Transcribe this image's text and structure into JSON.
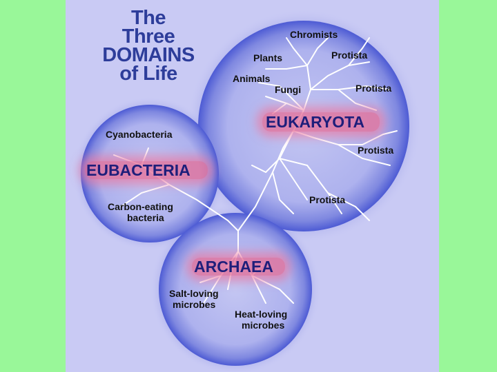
{
  "colors": {
    "left_margin": "#99f799",
    "right_margin": "#99f799",
    "panel": "#c9caf4",
    "circle_fill": "#b3b6ef",
    "circle_edge": "#4d5bd4",
    "title": "#2d3d9a",
    "domain_text": "#1e1e7a",
    "glow": "#e8779c",
    "branches": "#ffffff"
  },
  "title": {
    "line1": "The",
    "line2": "Three",
    "line3": "DOMAINS",
    "line4": "of Life"
  },
  "domains": {
    "eukaryota": "EUKARYOTA",
    "eubacteria": "EUBACTERIA",
    "archaea": "ARCHAEA"
  },
  "labels": {
    "chromists": "Chromists",
    "plants": "Plants",
    "protista_top": "Protista",
    "animals": "Animals",
    "fungi": "Fungi",
    "protista_right": "Protista",
    "protista_mid": "Protista",
    "protista_low": "Protista",
    "cyanobacteria": "Cyanobacteria",
    "carbon_line1": "Carbon-eating",
    "carbon_line2": "bacteria",
    "salt_line1": "Salt-loving",
    "salt_line2": "microbes",
    "heat_line1": "Heat-loving",
    "heat_line2": "microbes"
  }
}
